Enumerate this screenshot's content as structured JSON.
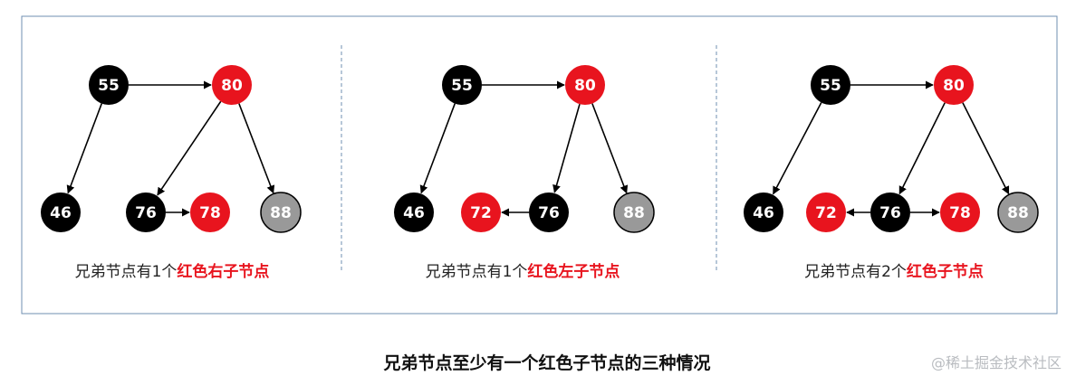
{
  "colors": {
    "black": "#000000",
    "red": "#e8141e",
    "gray": "#999999",
    "border": "#6f8fb0",
    "divider": "#6f8fb0"
  },
  "panels": [
    {
      "nodes": [
        {
          "id": "a",
          "label": "55",
          "color": "black"
        },
        {
          "id": "b",
          "label": "80",
          "color": "red"
        },
        {
          "id": "c",
          "label": "46",
          "color": "black"
        },
        {
          "id": "d",
          "label": "76",
          "color": "black"
        },
        {
          "id": "e",
          "label": "78",
          "color": "red"
        },
        {
          "id": "f",
          "label": "88",
          "color": "gray"
        }
      ],
      "edges": [
        [
          "a",
          "b"
        ],
        [
          "a",
          "c"
        ],
        [
          "b",
          "d"
        ],
        [
          "b",
          "f"
        ],
        [
          "d",
          "e"
        ]
      ],
      "caption": {
        "normal": "兄弟节点有1个",
        "red": "红色右子节点"
      }
    },
    {
      "nodes": [
        {
          "id": "a",
          "label": "55",
          "color": "black"
        },
        {
          "id": "b",
          "label": "80",
          "color": "red"
        },
        {
          "id": "c",
          "label": "46",
          "color": "black"
        },
        {
          "id": "g",
          "label": "72",
          "color": "red"
        },
        {
          "id": "d",
          "label": "76",
          "color": "black"
        },
        {
          "id": "f",
          "label": "88",
          "color": "gray"
        }
      ],
      "edges": [
        [
          "a",
          "b"
        ],
        [
          "a",
          "c"
        ],
        [
          "b",
          "d"
        ],
        [
          "b",
          "f"
        ],
        [
          "d",
          "g"
        ]
      ],
      "caption": {
        "normal": "兄弟节点有1个",
        "red": "红色左子节点"
      }
    },
    {
      "nodes": [
        {
          "id": "a",
          "label": "55",
          "color": "black"
        },
        {
          "id": "b",
          "label": "80",
          "color": "red"
        },
        {
          "id": "c",
          "label": "46",
          "color": "black"
        },
        {
          "id": "g",
          "label": "72",
          "color": "red"
        },
        {
          "id": "d",
          "label": "76",
          "color": "black"
        },
        {
          "id": "e",
          "label": "78",
          "color": "red"
        },
        {
          "id": "f",
          "label": "88",
          "color": "gray"
        }
      ],
      "edges": [
        [
          "a",
          "b"
        ],
        [
          "a",
          "c"
        ],
        [
          "b",
          "d"
        ],
        [
          "b",
          "f"
        ],
        [
          "d",
          "g"
        ],
        [
          "d",
          "e"
        ]
      ],
      "caption": {
        "normal": "兄弟节点有2个",
        "red": "红色子节点"
      }
    }
  ],
  "title": "兄弟节点至少有一个红色子节点的三种情况",
  "watermark": "@稀土掘金技术社区"
}
